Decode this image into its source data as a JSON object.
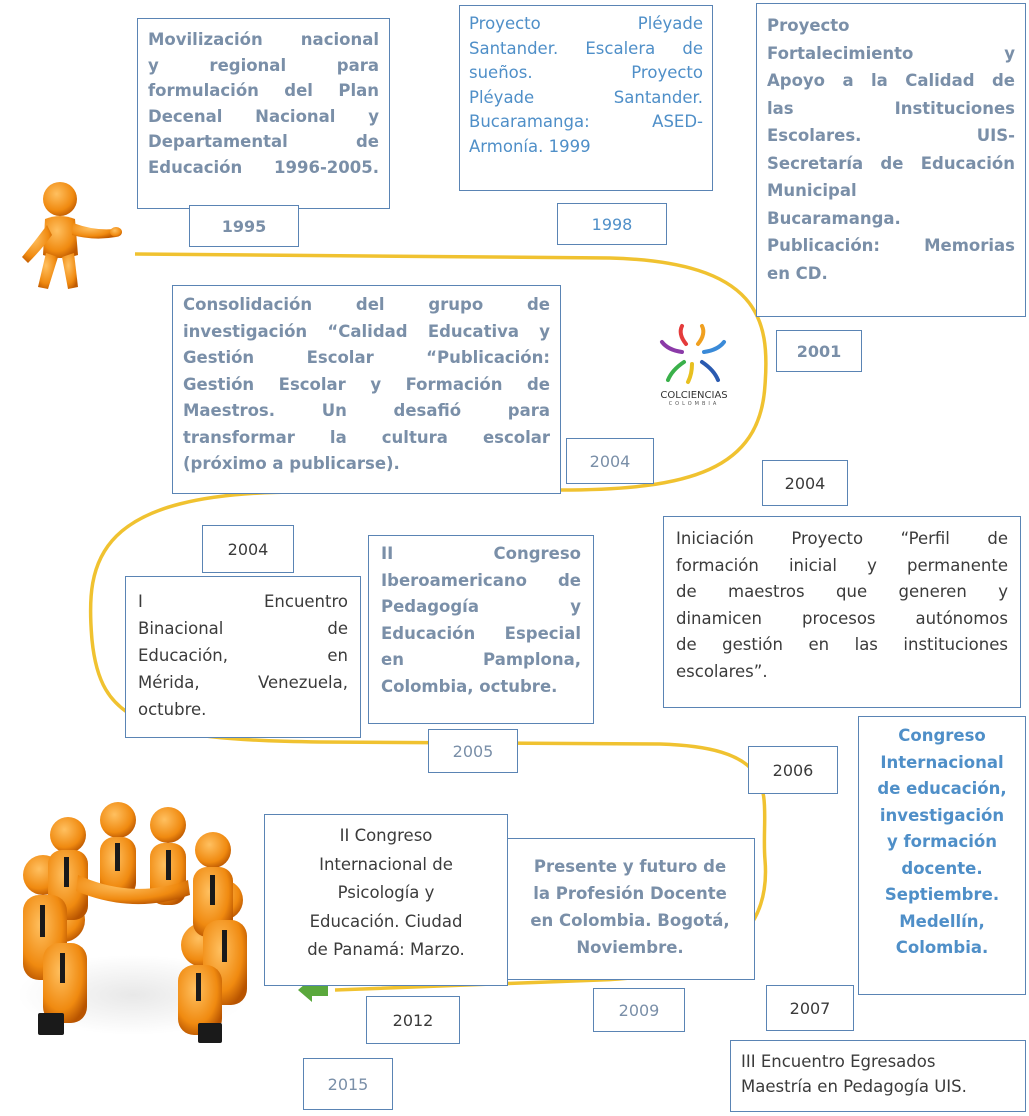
{
  "colors": {
    "timeline": "#f0c230",
    "box_border": "#5a84b4",
    "figure_orange": "#f08a10",
    "arrow_green": "#5aa83c"
  },
  "logo": {
    "text": "COLCIENCIAS",
    "subtext": "COLOMBIA"
  },
  "events": [
    {
      "id": "e1995",
      "lines": [
        "Movilización nacional",
        "y regional para",
        "formulación del Plan",
        "Decenal Nacional y",
        "Departamental de",
        "Educación 1996-2005."
      ],
      "year": "1995"
    },
    {
      "id": "e1998",
      "lines": [
        "Proyecto Pléyade",
        "Santander. Escalera de",
        "sueños. Proyecto",
        "Pléyade Santander.",
        "Bucaramanga: ASED-",
        "Armonía. 1999"
      ],
      "year": "1998"
    },
    {
      "id": "e2001",
      "lines": [
        "Proyecto",
        "Fortalecimiento y",
        "Apoyo a la Calidad de",
        "las Instituciones",
        "Escolares. UIS-",
        "Secretaría de Educación",
        "Municipal",
        "Bucaramanga.",
        "Publicación: Memorias",
        "en CD."
      ],
      "year": "2001"
    },
    {
      "id": "e2004a",
      "lines": [
        "Consolidación del grupo de",
        "investigación “Calidad Educativa y",
        "Gestión Escolar “Publicación:",
        "Gestión Escolar y Formación de",
        "Maestros. Un desafió para",
        "transformar la cultura escolar",
        "(próximo a publicarse)."
      ],
      "year": "2004"
    },
    {
      "id": "e2004b",
      "lines": [
        "Iniciación Proyecto “Perfil de",
        "formación inicial y permanente",
        "de maestros que generen y",
        "dinamicen procesos autónomos",
        "de gestión en las instituciones",
        "escolares”."
      ],
      "year": "2004"
    },
    {
      "id": "e2004c",
      "lines": [
        "I Encuentro",
        "Binacional de",
        "Educación, en",
        "Mérida, Venezuela,",
        "octubre."
      ],
      "year": "2004"
    },
    {
      "id": "e2005",
      "lines": [
        "II Congreso",
        "Iberoamericano de",
        "Pedagogía y",
        "Educación Especial",
        "en Pamplona,",
        "Colombia, octubre."
      ],
      "year": "2005"
    },
    {
      "id": "e2006",
      "lines": [
        "Congreso",
        "Internacional",
        "de educación,",
        "investigación",
        "y formación",
        "docente.",
        "Septiembre.",
        "Medellín,",
        "Colombia."
      ],
      "year": "2006"
    },
    {
      "id": "e2007",
      "lines": [
        "III Encuentro Egresados",
        "Maestría en Pedagogía UIS."
      ],
      "year": "2007"
    },
    {
      "id": "e2009",
      "lines": [
        "Presente y futuro de",
        "la Profesión Docente",
        "en Colombia. Bogotá,",
        "Noviembre."
      ],
      "year": "2009"
    },
    {
      "id": "e2012",
      "lines": [
        "II Congreso",
        "Internacional de",
        "Psicología y",
        "Educación. Ciudad",
        "de Panamá: Marzo."
      ],
      "year": "2012"
    },
    {
      "id": "e2015",
      "year": "2015"
    }
  ]
}
